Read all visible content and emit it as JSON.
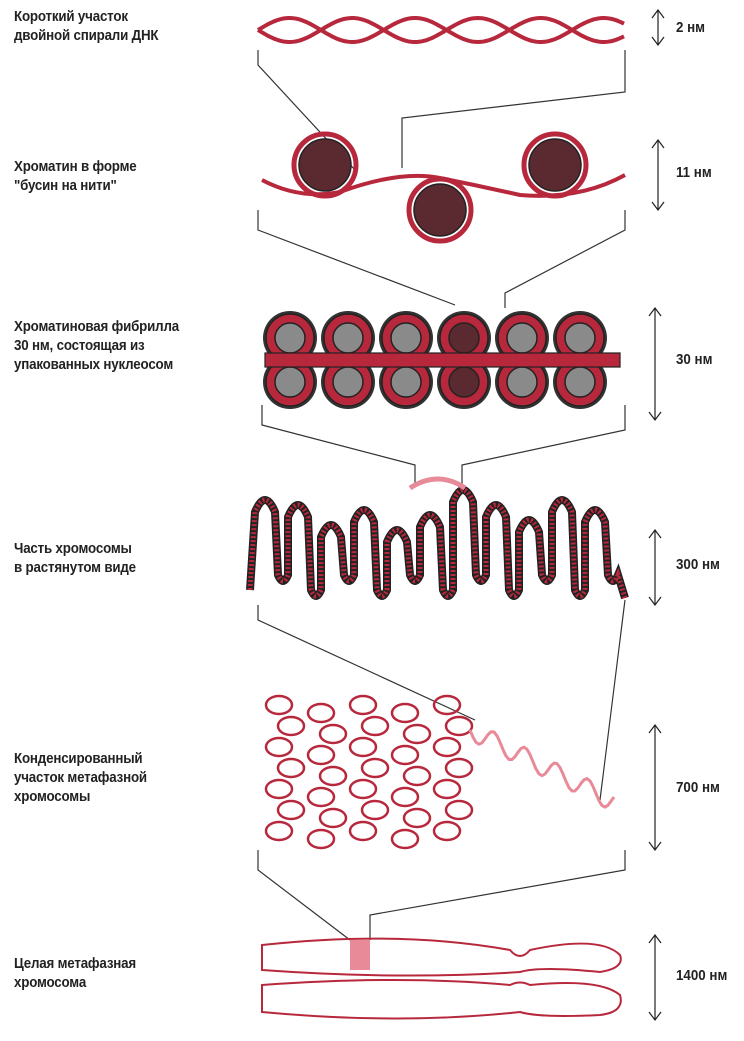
{
  "levels": [
    {
      "label": "Короткий участок\nдвойной спирали ДНК",
      "scale": "2 нм"
    },
    {
      "label": "Хроматин в форме\n\"бусин на нити\"",
      "scale": "11 нм"
    },
    {
      "label": "Хроматиновая фибрилла\n30 нм, состоящая из\nупакованных нуклеосом",
      "scale": "30 нм"
    },
    {
      "label": "Часть хромосомы\nв растянутом виде",
      "scale": "300 нм"
    },
    {
      "label": "Конденсированный\nучасток метафазной\nхромосомы",
      "scale": "700 нм"
    },
    {
      "label": "Целая метафазная\nхромосома",
      "scale": "1400 нм"
    }
  ],
  "colors": {
    "strand": "#b8283c",
    "core": "#5a2a30",
    "nucleosome_core": "#8a8a8a",
    "light_strand": "#e88a98",
    "line": "#333333"
  }
}
